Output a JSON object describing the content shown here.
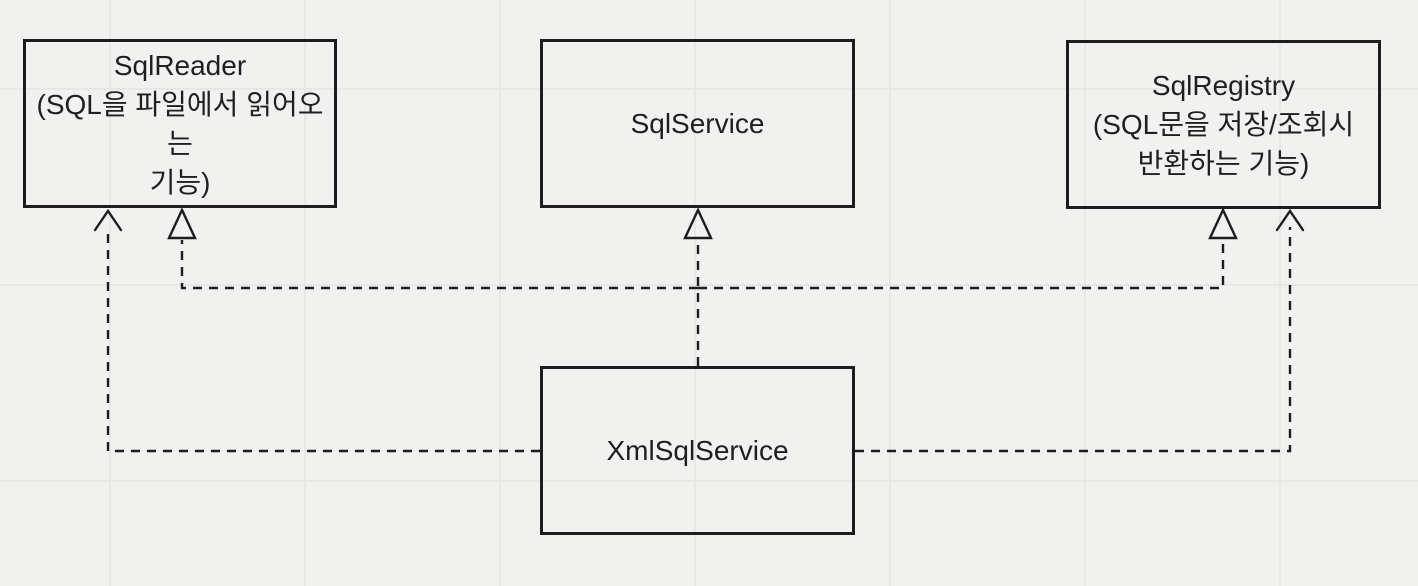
{
  "canvas": {
    "background_color": "#f1f1f0",
    "grid_color": "#e7e7e6",
    "stroke_color": "#1d1d1d"
  },
  "diagram": {
    "nodes": [
      {
        "id": "sql-reader",
        "title": "SqlReader",
        "subtitle_lines": [
          "(SQL을 파일에서 읽어오는",
          "기능)"
        ]
      },
      {
        "id": "sql-service",
        "title": "SqlService"
      },
      {
        "id": "sql-registry",
        "title": "SqlRegistry",
        "subtitle_lines": [
          "(SQL문을 저장/조회시",
          "반환하는 기능)"
        ]
      },
      {
        "id": "xml-sql-service",
        "title": "XmlSqlService"
      }
    ],
    "edges": [
      {
        "from": "XmlSqlService",
        "to": "SqlService",
        "type": "realization",
        "line_style": "dashed",
        "arrowhead": "hollow-triangle"
      },
      {
        "from": "XmlSqlService",
        "to": "SqlReader",
        "type": "realization",
        "line_style": "dashed",
        "arrowhead": "hollow-triangle"
      },
      {
        "from": "XmlSqlService",
        "to": "SqlRegistry",
        "type": "realization",
        "line_style": "dashed",
        "arrowhead": "hollow-triangle"
      },
      {
        "from": "XmlSqlService",
        "to": "SqlReader",
        "type": "dependency",
        "line_style": "dashed",
        "arrowhead": "open-arrow"
      },
      {
        "from": "XmlSqlService",
        "to": "SqlRegistry",
        "type": "dependency",
        "line_style": "dashed",
        "arrowhead": "open-arrow"
      }
    ]
  }
}
